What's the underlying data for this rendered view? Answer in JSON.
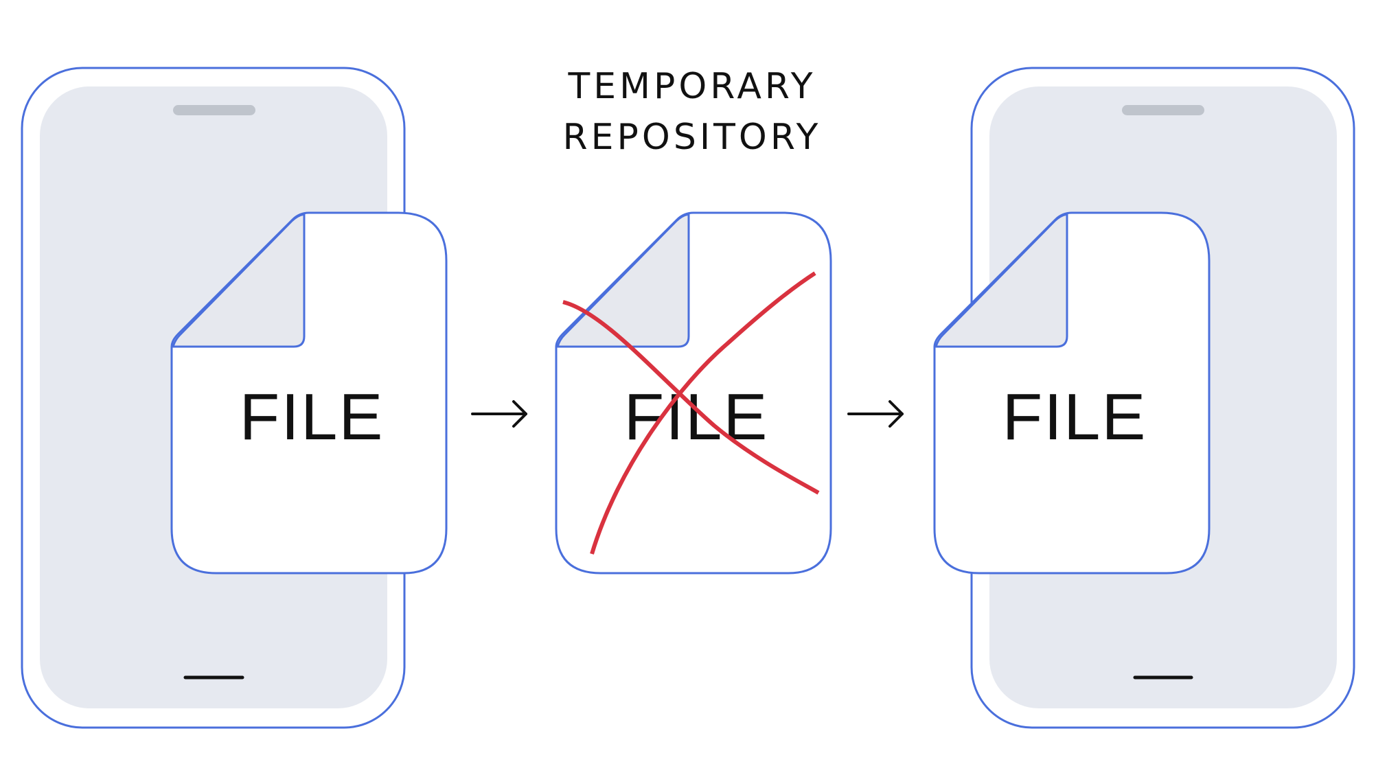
{
  "title": {
    "line1": "TEMPORARY",
    "line2": "REPOSITORY"
  },
  "source_device": {
    "file_label": "FILE"
  },
  "repository": {
    "file_label": "FILE",
    "deleted": true,
    "cross_color": "#d9323f"
  },
  "target_device": {
    "file_label": "FILE"
  },
  "colors": {
    "outline": "#4a6fdc",
    "screen": "#e6e9f0",
    "speaker": "#bfc4cc",
    "text": "#111111"
  },
  "icons": [
    "arrow-right-icon",
    "arrow-right-icon",
    "cross-mark-icon"
  ]
}
